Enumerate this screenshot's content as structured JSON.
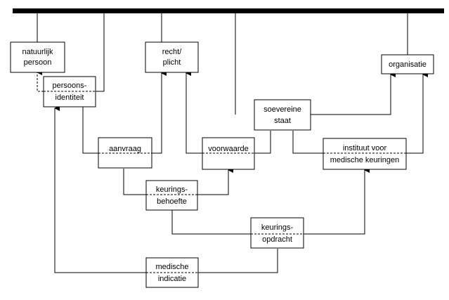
{
  "nodes": {
    "natuurlijk_persoon": {
      "line1": "natuurlijk",
      "line2": "persoon"
    },
    "recht_plicht": {
      "line1": "recht/",
      "line2": "plicht"
    },
    "organisatie": {
      "line1": "organisatie"
    },
    "persoonsidentiteit": {
      "line1": "persoons-",
      "line2": "identiteit"
    },
    "soevereine_staat": {
      "line1": "soevereine",
      "line2": "staat"
    },
    "aanvraag": {
      "line1": "aanvraag"
    },
    "voorwaarde": {
      "line1": "voorwaarde"
    },
    "instituut": {
      "line1": "instituut voor",
      "line2": "medische keuringen"
    },
    "keuringsbehoefte": {
      "line1": "keurings-",
      "line2": "behoefte"
    },
    "keuringsopdracht": {
      "line1": "keurings-",
      "line2": "opdracht"
    },
    "medische_indicatie": {
      "line1": "medische",
      "line2": "indicatie"
    }
  }
}
